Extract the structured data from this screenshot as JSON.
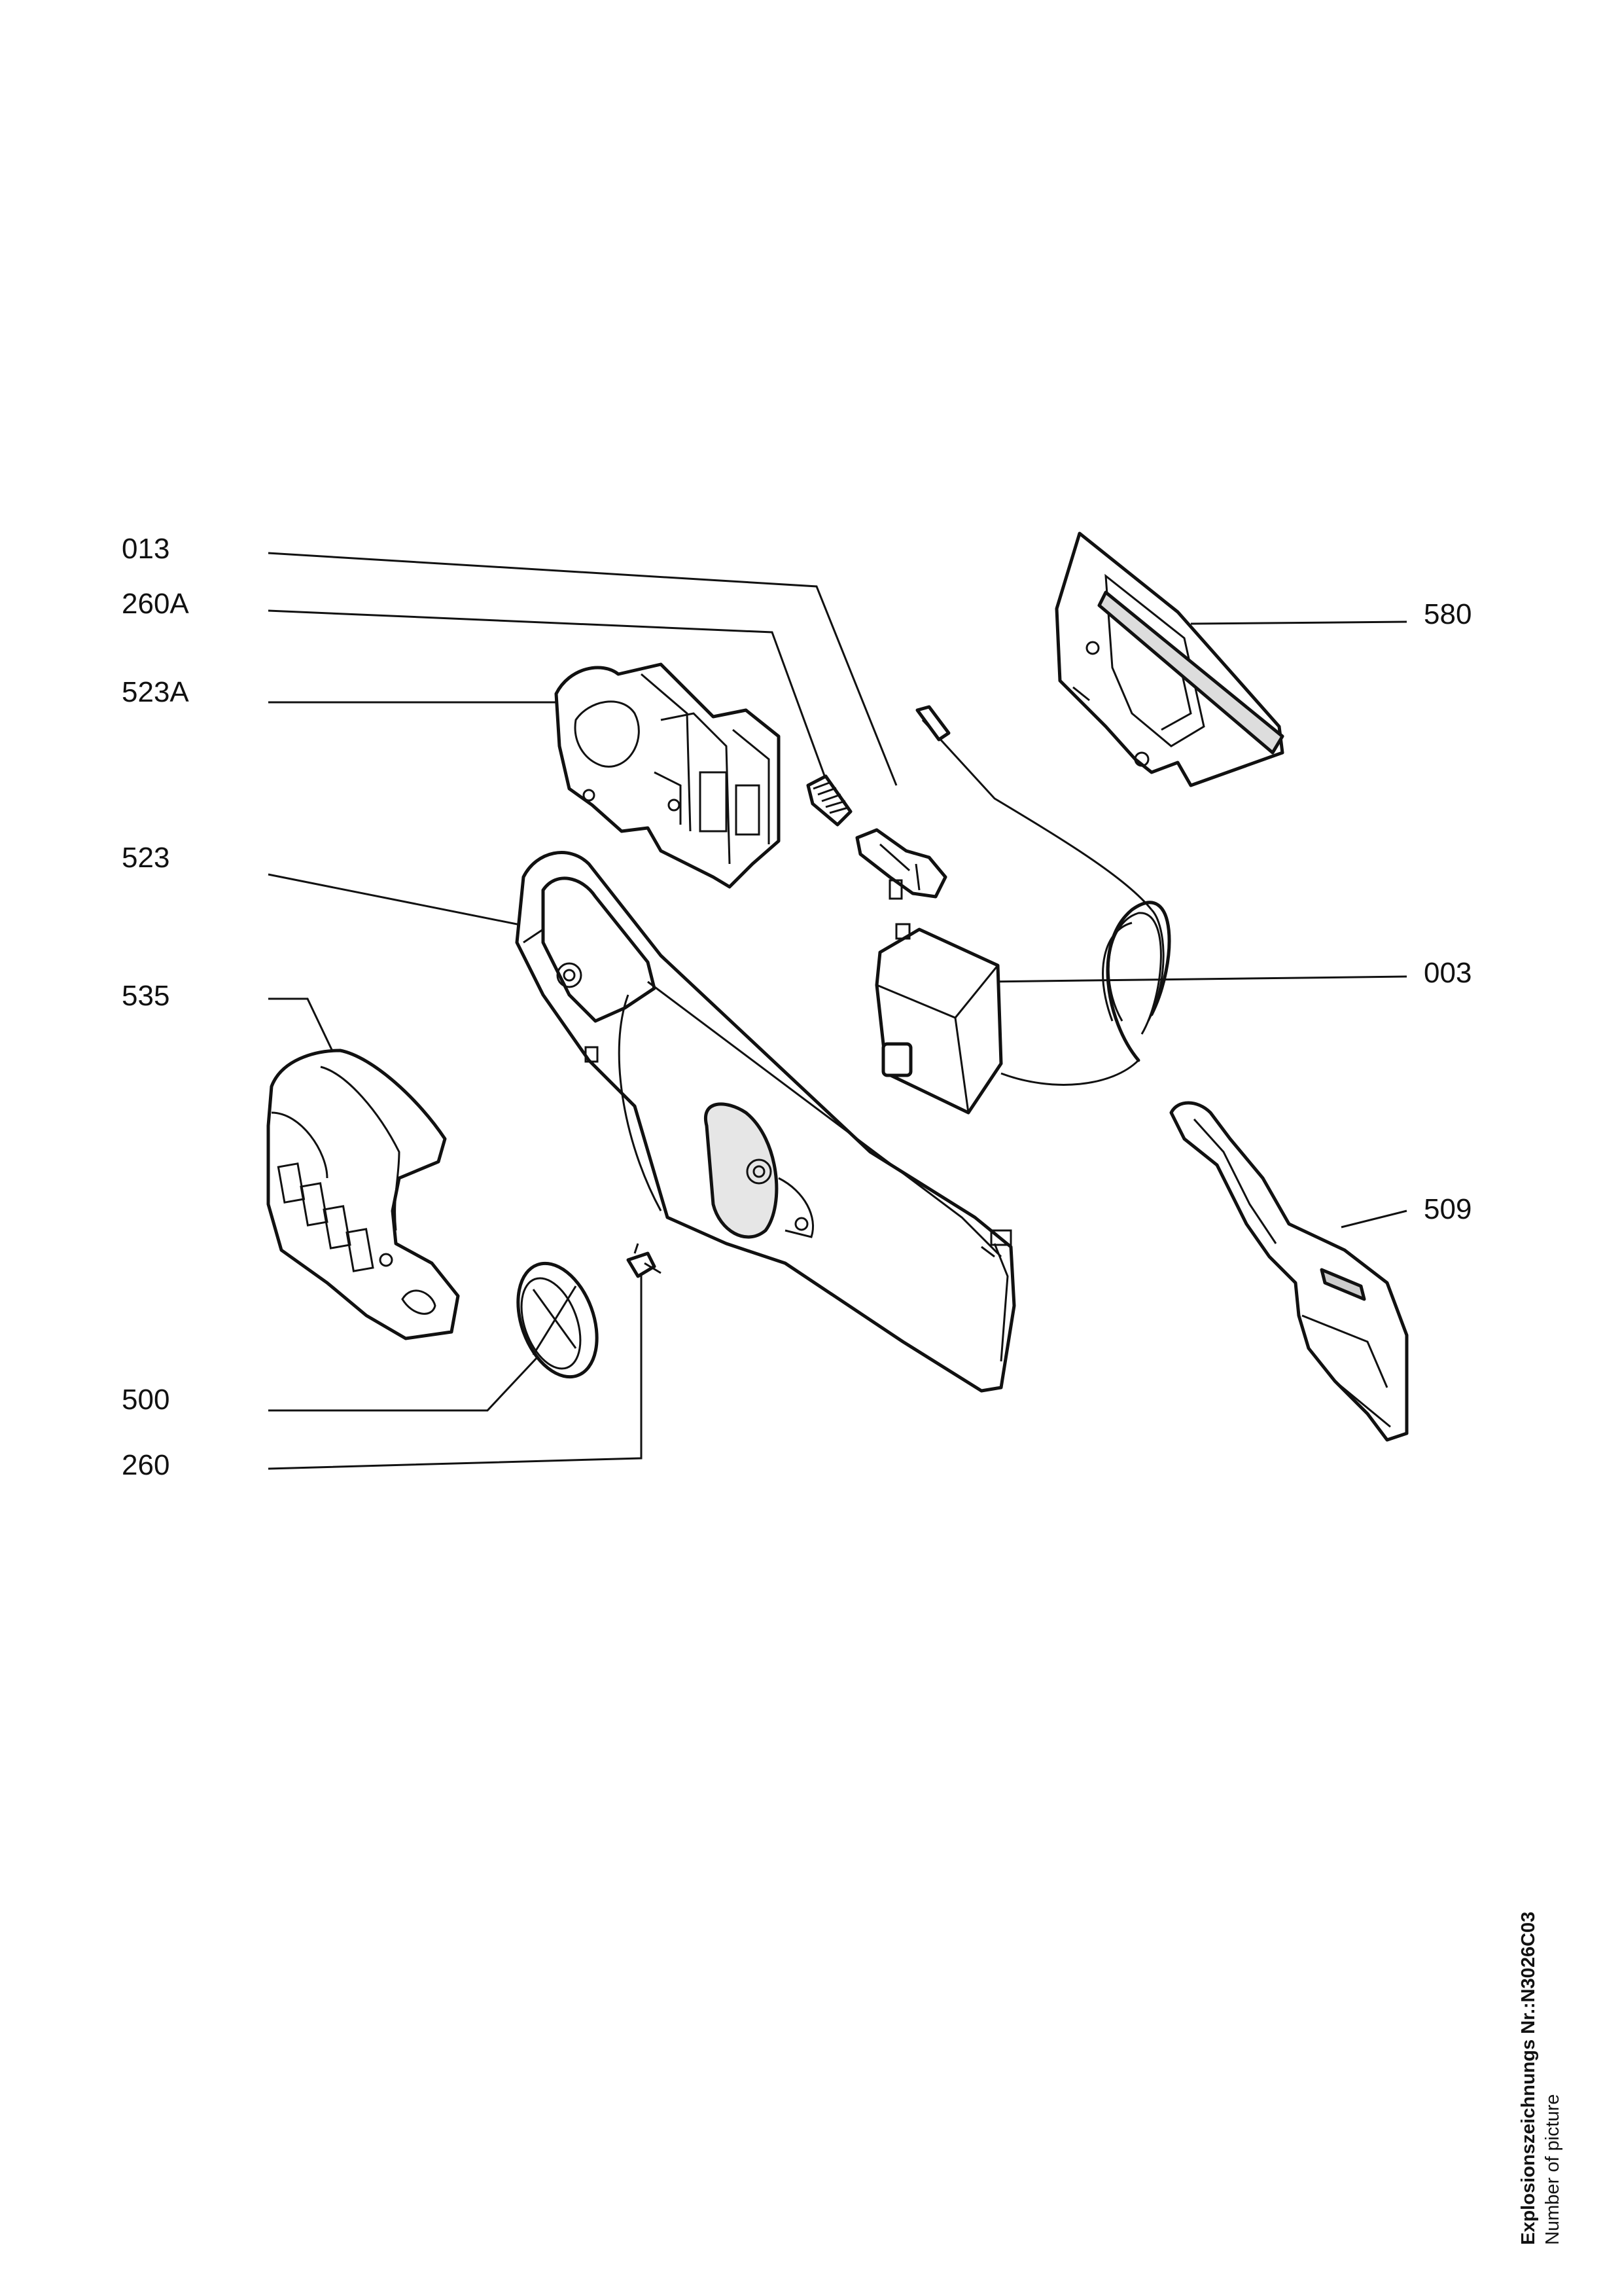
{
  "callouts": [
    {
      "id": "013",
      "label": "013"
    },
    {
      "id": "260A",
      "label": "260A"
    },
    {
      "id": "523A",
      "label": "523A"
    },
    {
      "id": "523",
      "label": "523"
    },
    {
      "id": "535",
      "label": "535"
    },
    {
      "id": "500",
      "label": "500"
    },
    {
      "id": "260",
      "label": "260"
    },
    {
      "id": "580",
      "label": "580"
    },
    {
      "id": "003",
      "label": "003"
    },
    {
      "id": "509",
      "label": "509"
    }
  ],
  "caption": {
    "title": "Explosionszeichnungs Nr.:N3026C03",
    "subtitle": "Number of picture"
  }
}
